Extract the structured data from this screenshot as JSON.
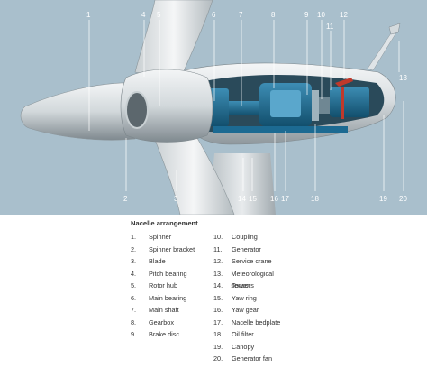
{
  "legend": {
    "title": "Nacelle arrangement",
    "left_items": [
      {
        "num": "1.",
        "label": "Spinner"
      },
      {
        "num": "2.",
        "label": "Spinner bracket"
      },
      {
        "num": "3.",
        "label": "Blade"
      },
      {
        "num": "4.",
        "label": "Pitch bearing"
      },
      {
        "num": "5.",
        "label": "Rotor hub"
      },
      {
        "num": "6.",
        "label": "Main bearing"
      },
      {
        "num": "7.",
        "label": "Main shaft"
      },
      {
        "num": "8.",
        "label": "Gearbox"
      },
      {
        "num": "9.",
        "label": "Brake disc"
      }
    ],
    "right_items": [
      {
        "num": "10.",
        "label": "Coupling"
      },
      {
        "num": "11.",
        "label": "Generator"
      },
      {
        "num": "12.",
        "label": "Service crane"
      },
      {
        "num": "13.",
        "label": "Meteorological sensors"
      },
      {
        "num": "14.",
        "label": "Tower"
      },
      {
        "num": "15.",
        "label": "Yaw ring"
      },
      {
        "num": "16.",
        "label": "Yaw gear"
      },
      {
        "num": "17.",
        "label": "Nacelle bedplate"
      },
      {
        "num": "18.",
        "label": "Oil filter"
      },
      {
        "num": "19.",
        "label": "Canopy"
      },
      {
        "num": "20.",
        "label": "Generator fan"
      }
    ]
  },
  "callouts": {
    "c1": "1",
    "c2": "2",
    "c3": "3",
    "c4": "4",
    "c5": "5",
    "c6": "6",
    "c7": "7",
    "c8": "8",
    "c9": "9",
    "c10": "10",
    "c11": "11",
    "c12": "12",
    "c13": "13",
    "c14": "14",
    "c15": "15",
    "c16": "16",
    "c17": "17",
    "c18": "18",
    "c19": "19",
    "c20": "20"
  },
  "colors": {
    "sky": "#a9bfcc",
    "machinery_blue": "#1c6a92",
    "crane_red": "#c0392b",
    "label_text": "#ffffff"
  }
}
